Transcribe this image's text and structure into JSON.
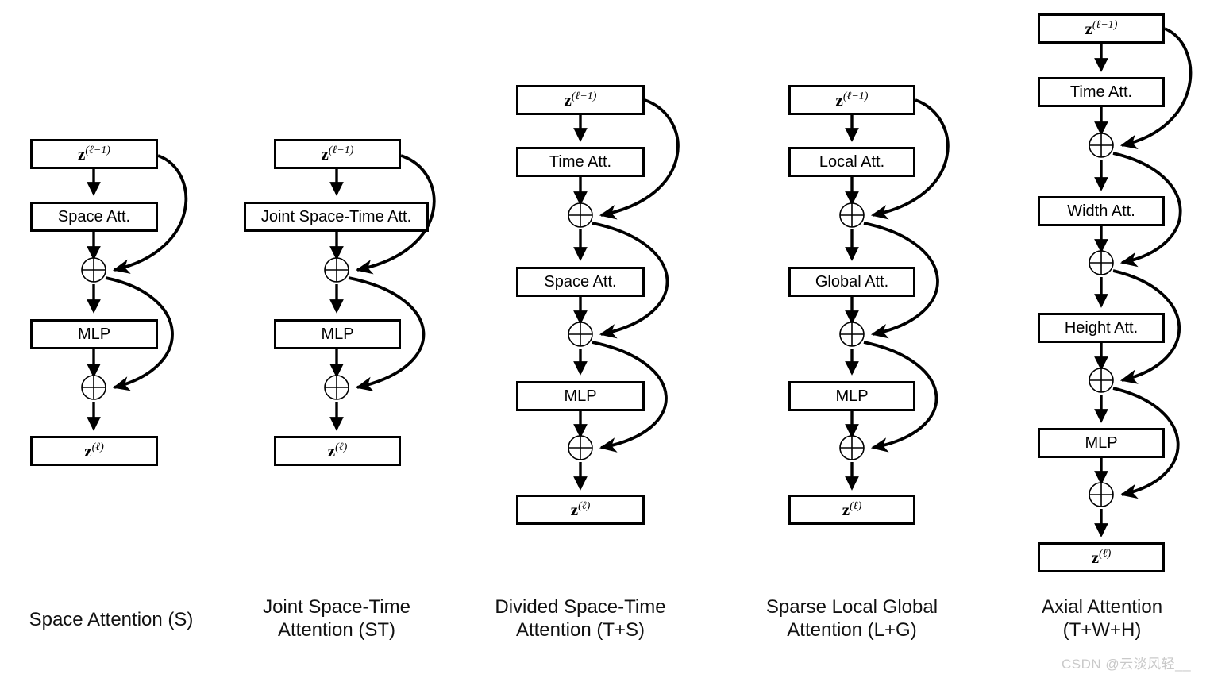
{
  "figure": {
    "type": "diagram",
    "title_visible": false,
    "background": "#ffffff",
    "stroke_color": "#000000",
    "columns": [
      {
        "id": "space-attention",
        "caption_lines": [
          "Space Attention (S)"
        ],
        "caption_text": "Space Attention (S)",
        "nodes": [
          {
            "kind": "io",
            "label_html": "z<sup>(ℓ−1)</sup>",
            "label_text": "z^(l-1)"
          },
          {
            "kind": "op",
            "label_text": "Space Att."
          },
          {
            "kind": "sum",
            "label_text": "plus-circle"
          },
          {
            "kind": "op",
            "label_text": "MLP"
          },
          {
            "kind": "sum",
            "label_text": "plus-circle"
          },
          {
            "kind": "io",
            "label_html": "z<sup>(ℓ)</sup>",
            "label_text": "z^(l)"
          }
        ]
      },
      {
        "id": "joint-space-time-attention",
        "caption_lines": [
          "Joint Space-Time",
          "Attention (ST)"
        ],
        "caption_text": "Joint Space-Time Attention (ST)",
        "nodes": [
          {
            "kind": "io",
            "label_html": "z<sup>(ℓ−1)</sup>",
            "label_text": "z^(l-1)"
          },
          {
            "kind": "op",
            "label_text": "Joint Space-Time Att."
          },
          {
            "kind": "sum",
            "label_text": "plus-circle"
          },
          {
            "kind": "op",
            "label_text": "MLP"
          },
          {
            "kind": "sum",
            "label_text": "plus-circle"
          },
          {
            "kind": "io",
            "label_html": "z<sup>(ℓ)</sup>",
            "label_text": "z^(l)"
          }
        ]
      },
      {
        "id": "divided-space-time-attention",
        "caption_lines": [
          "Divided Space-Time",
          "Attention (T+S)"
        ],
        "caption_text": "Divided Space-Time Attention (T+S)",
        "nodes": [
          {
            "kind": "io",
            "label_html": "z<sup>(ℓ−1)</sup>",
            "label_text": "z^(l-1)"
          },
          {
            "kind": "op",
            "label_text": "Time Att."
          },
          {
            "kind": "sum",
            "label_text": "plus-circle"
          },
          {
            "kind": "op",
            "label_text": "Space Att."
          },
          {
            "kind": "sum",
            "label_text": "plus-circle"
          },
          {
            "kind": "op",
            "label_text": "MLP"
          },
          {
            "kind": "sum",
            "label_text": "plus-circle"
          },
          {
            "kind": "io",
            "label_html": "z<sup>(ℓ)</sup>",
            "label_text": "z^(l)"
          }
        ]
      },
      {
        "id": "sparse-local-global-attention",
        "caption_lines": [
          "Sparse Local Global",
          "Attention (L+G)"
        ],
        "caption_text": "Sparse Local Global Attention (L+G)",
        "nodes": [
          {
            "kind": "io",
            "label_html": "z<sup>(ℓ−1)</sup>",
            "label_text": "z^(l-1)"
          },
          {
            "kind": "op",
            "label_text": "Local Att."
          },
          {
            "kind": "sum",
            "label_text": "plus-circle"
          },
          {
            "kind": "op",
            "label_text": "Global Att."
          },
          {
            "kind": "sum",
            "label_text": "plus-circle"
          },
          {
            "kind": "op",
            "label_text": "MLP"
          },
          {
            "kind": "sum",
            "label_text": "plus-circle"
          },
          {
            "kind": "io",
            "label_html": "z<sup>(ℓ)</sup>",
            "label_text": "z^(l)"
          }
        ]
      },
      {
        "id": "axial-attention",
        "caption_lines": [
          "Axial Attention",
          "(T+W+H)"
        ],
        "caption_text": "Axial Attention (T+W+H)",
        "nodes": [
          {
            "kind": "io",
            "label_html": "z<sup>(ℓ−1)</sup>",
            "label_text": "z^(l-1)"
          },
          {
            "kind": "op",
            "label_text": "Time Att."
          },
          {
            "kind": "sum",
            "label_text": "plus-circle"
          },
          {
            "kind": "op",
            "label_text": "Width Att."
          },
          {
            "kind": "sum",
            "label_text": "plus-circle"
          },
          {
            "kind": "op",
            "label_text": "Height Att."
          },
          {
            "kind": "sum",
            "label_text": "plus-circle"
          },
          {
            "kind": "op",
            "label_text": "MLP"
          },
          {
            "kind": "sum",
            "label_text": "plus-circle"
          },
          {
            "kind": "io",
            "label_html": "z<sup>(ℓ)</sup>",
            "label_text": "z^(l)"
          }
        ]
      }
    ]
  },
  "watermark": {
    "text": "CSDN @云淡风轻__",
    "color": "#c9c9c9"
  },
  "labels": {
    "c1_n0": "z^(l-1)",
    "c1_n1": "Space Att.",
    "c1_n3": "MLP",
    "c1_n5": "z^(l)",
    "c2_n0": "z^(l-1)",
    "c2_n1": "Joint Space-Time Att.",
    "c2_n3": "MLP",
    "c2_n5": "z^(l)",
    "c3_n0": "z^(l-1)",
    "c3_n1": "Time Att.",
    "c3_n3": "Space Att.",
    "c3_n5": "MLP",
    "c3_n7": "z^(l)",
    "c4_n0": "z^(l-1)",
    "c4_n1": "Local Att.",
    "c4_n3": "Global Att.",
    "c4_n5": "MLP",
    "c4_n7": "z^(l)",
    "c5_n0": "z^(l-1)",
    "c5_n1": "Time Att.",
    "c5_n3": "Width Att.",
    "c5_n5": "Height Att.",
    "c5_n7": "MLP",
    "c5_n9": "z^(l)"
  },
  "captions": {
    "c1": "Space Attention (S)",
    "c2_l1": "Joint Space-Time",
    "c2_l2": "Attention (ST)",
    "c3_l1": "Divided Space-Time",
    "c3_l2": "Attention (T+S)",
    "c4_l1": "Sparse Local Global",
    "c4_l2": "Attention (L+G)",
    "c5_l1": "Axial Attention",
    "c5_l2": "(T+W+H)"
  }
}
